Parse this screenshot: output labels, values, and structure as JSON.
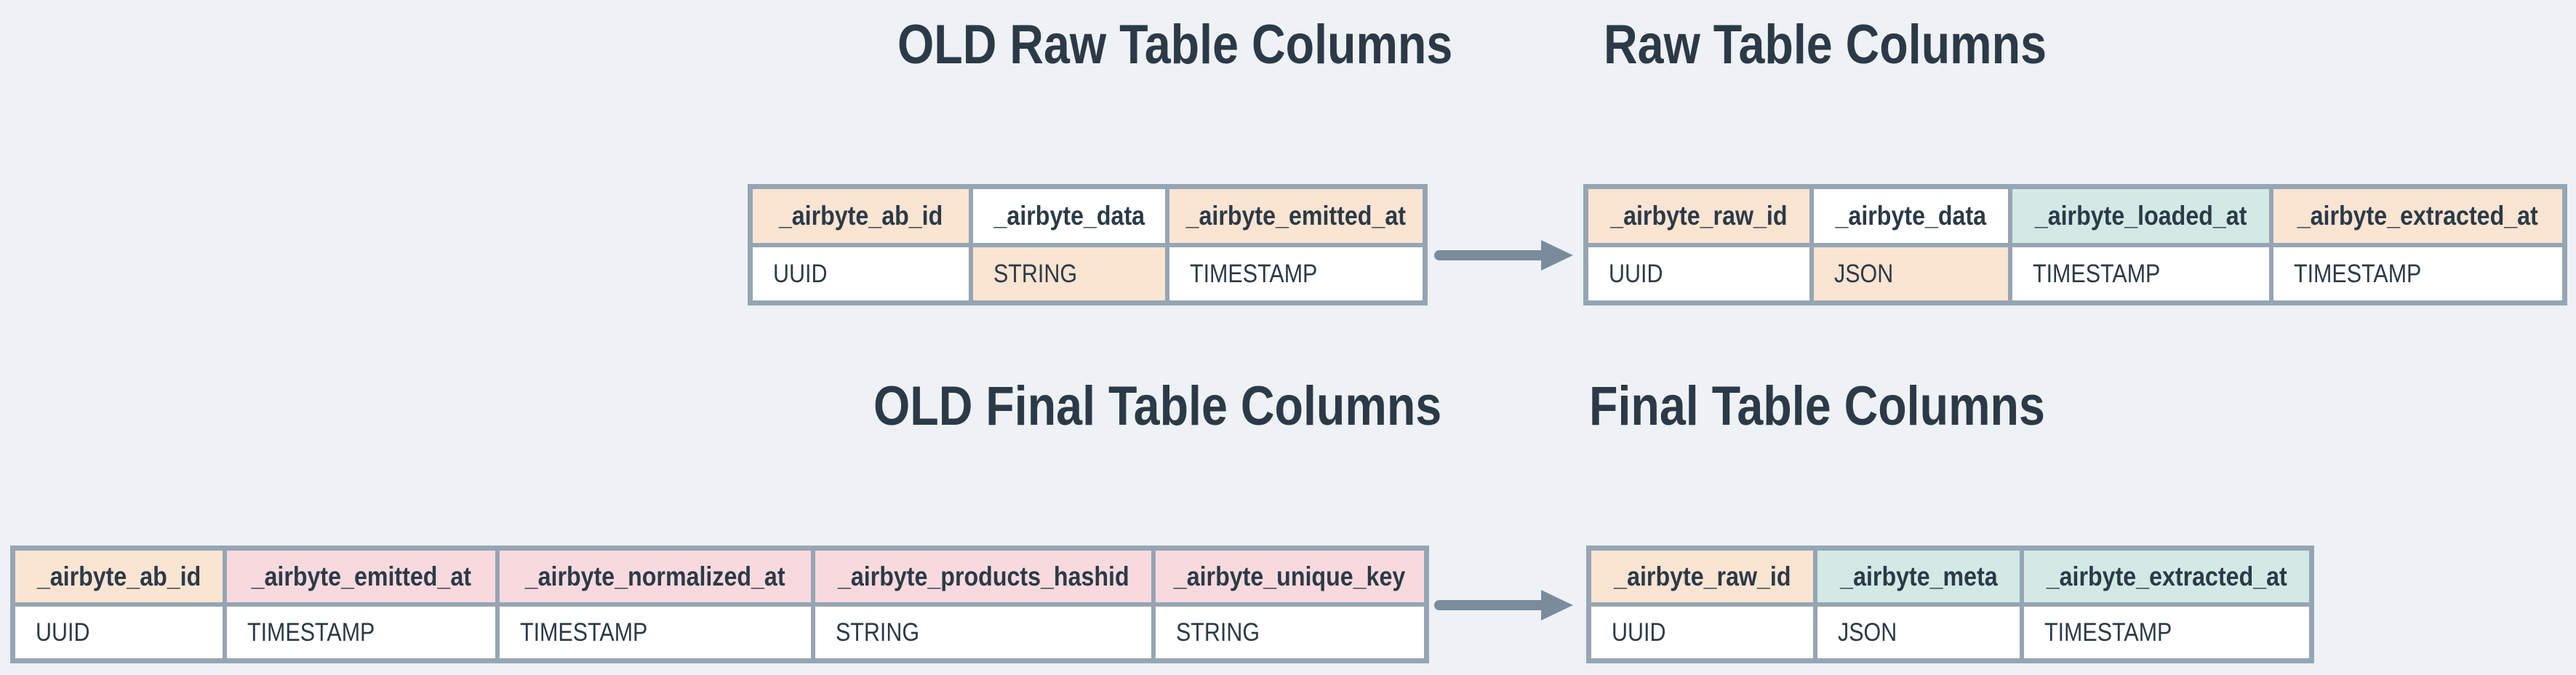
{
  "palette": {
    "background": "#eef2f6",
    "text": "#2c3a47",
    "peach": "#fae4d2",
    "pink": "#f8dade",
    "teal": "#d2e9e6",
    "cell_white": "#ffffff",
    "border": "#96a5b3",
    "arrow": "#7a8c9c"
  },
  "sections": {
    "old_raw": {
      "title": "OLD Raw Table Columns",
      "columns": [
        {
          "header": "_airbyte_ab_id",
          "type": "UUID"
        },
        {
          "header": "_airbyte_data",
          "type": "STRING"
        },
        {
          "header": "_airbyte_emitted_at",
          "type": "TIMESTAMP"
        }
      ]
    },
    "raw": {
      "title": "Raw Table Columns",
      "columns": [
        {
          "header": "_airbyte_raw_id",
          "type": "UUID"
        },
        {
          "header": "_airbyte_data",
          "type": "JSON"
        },
        {
          "header": "_airbyte_loaded_at",
          "type": "TIMESTAMP"
        },
        {
          "header": "_airbyte_extracted_at",
          "type": "TIMESTAMP"
        }
      ]
    },
    "old_final": {
      "title": "OLD Final Table Columns",
      "columns": [
        {
          "header": "_airbyte_ab_id",
          "type": "UUID"
        },
        {
          "header": "_airbyte_emitted_at",
          "type": "TIMESTAMP"
        },
        {
          "header": "_airbyte_normalized_at",
          "type": "TIMESTAMP"
        },
        {
          "header": "_airbyte_products_hashid",
          "type": "STRING"
        },
        {
          "header": "_airbyte_unique_key",
          "type": "STRING"
        }
      ]
    },
    "final": {
      "title": "Final Table Columns",
      "columns": [
        {
          "header": "_airbyte_raw_id",
          "type": "UUID"
        },
        {
          "header": "_airbyte_meta",
          "type": "JSON"
        },
        {
          "header": "_airbyte_extracted_at",
          "type": "TIMESTAMP"
        }
      ]
    }
  }
}
